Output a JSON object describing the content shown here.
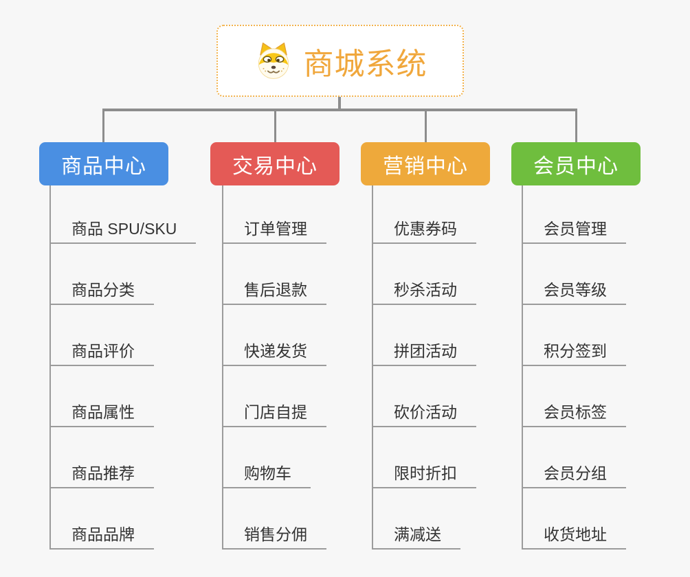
{
  "root": {
    "title": "商城系统",
    "icon": "dog-face-icon",
    "title_color": "#f0a73c",
    "border_color": "#f2b24c"
  },
  "connector_color": "#8d8d8d",
  "branches": [
    {
      "label": "商品中心",
      "color": "#4a8fe2",
      "items": [
        "商品 SPU/SKU",
        "商品分类",
        "商品评价",
        "商品属性",
        "商品推荐",
        "商品品牌"
      ]
    },
    {
      "label": "交易中心",
      "color": "#e45a56",
      "items": [
        "订单管理",
        "售后退款",
        "快递发货",
        "门店自提",
        "购物车",
        "销售分佣"
      ]
    },
    {
      "label": "营销中心",
      "color": "#eea93b",
      "items": [
        "优惠券码",
        "秒杀活动",
        "拼团活动",
        "砍价活动",
        "限时折扣",
        "满减送"
      ]
    },
    {
      "label": "会员中心",
      "color": "#6fbe3e",
      "items": [
        "会员管理",
        "会员等级",
        "积分签到",
        "会员标签",
        "会员分组",
        "收货地址"
      ]
    }
  ]
}
